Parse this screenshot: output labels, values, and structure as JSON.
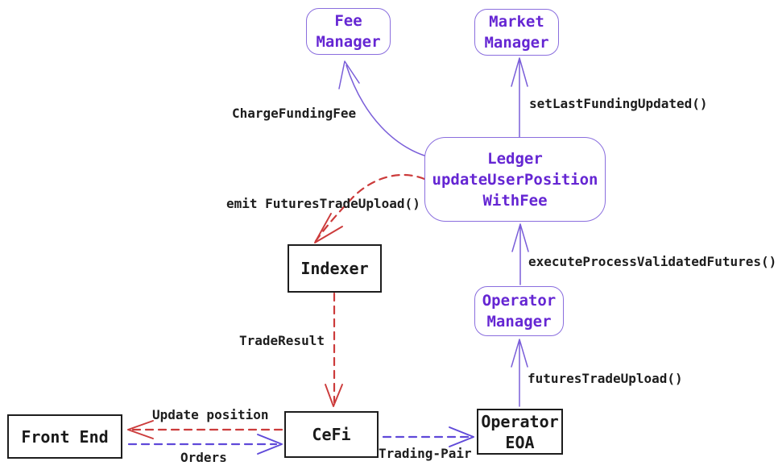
{
  "nodes": {
    "fee_manager": "Fee\nManager",
    "market_manager": "Market\nManager",
    "ledger": "Ledger\nupdateUserPosition\nWithFee",
    "indexer": "Indexer",
    "operator_manager": "Operator\nManager",
    "front_end": "Front End",
    "cefi": "CeFi",
    "operator_eoa": "Operator\nEOA"
  },
  "edges": {
    "charge_funding_fee": "ChargeFundingFee",
    "set_last_funding_updated": "setLastFundingUpdated()",
    "emit_futures_trade_upload": "emit FuturesTradeUpload()",
    "trade_result": "TradeResult",
    "update_position": "Update position",
    "orders": "Orders",
    "trading_pair": "Trading-Pair",
    "futures_trade_upload": "futuresTradeUpload()",
    "execute_process_validated_futures": "executeProcessValidatedFutures()"
  },
  "colors": {
    "contract_border": "#8a6ede",
    "contract_text": "#6526d3",
    "plain_border": "#1d1d1d",
    "plain_text": "#1a1a1a",
    "call_arrow": "#7a5ed9",
    "event_arrow": "#cc3b3b",
    "message_arrow": "#5f49d9",
    "label_text": "#1d1d1d",
    "background": "#ffffff"
  }
}
